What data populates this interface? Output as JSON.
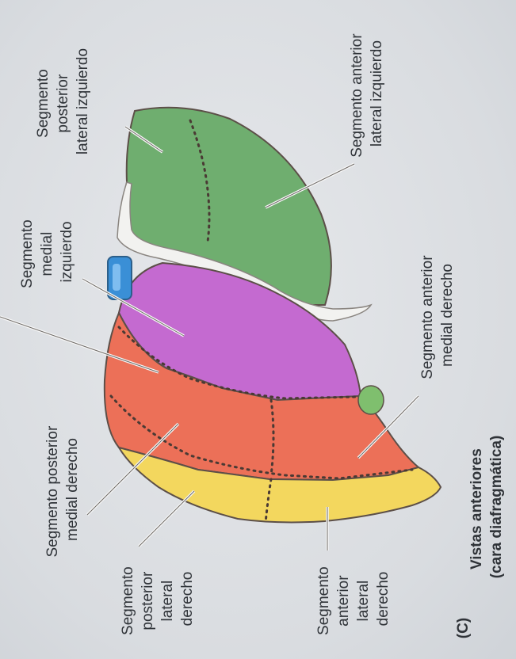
{
  "figure": {
    "panel_letter": "(C)",
    "view_title_line1": "Vistas anteriores",
    "view_title_line2": "(cara diafragmática)"
  },
  "labels": {
    "posterior_lateral_izquierdo": [
      "Segmento",
      "posterior",
      "lateral izquierdo"
    ],
    "anterior_lateral_izquierdo": [
      "Segmento anterior",
      "lateral izquierdo"
    ],
    "medial_izquierdo": [
      "Segmento",
      "medial",
      "izquierdo"
    ],
    "anterior_medial_derecho": [
      "Segmento anterior",
      "medial derecho"
    ],
    "posterior_medial_derecho": [
      "Segmento posterior",
      "medial derecho"
    ],
    "posterior_lateral_derecho": [
      "Segmento",
      "posterior",
      "lateral",
      "derecho"
    ],
    "anterior_lateral_derecho": [
      "Segmento",
      "anterior",
      "lateral",
      "derecho"
    ]
  },
  "colors": {
    "left_lateral_green": "#6fae6f",
    "medial_left_purple": "#c46ad0",
    "right_medial_orange": "#ec7058",
    "right_lateral_yellow": "#f3d75e",
    "gallbladder_green": "#7fbf6e",
    "vessel_blue": "#3a8fd6",
    "outline": "#5c4f48"
  }
}
